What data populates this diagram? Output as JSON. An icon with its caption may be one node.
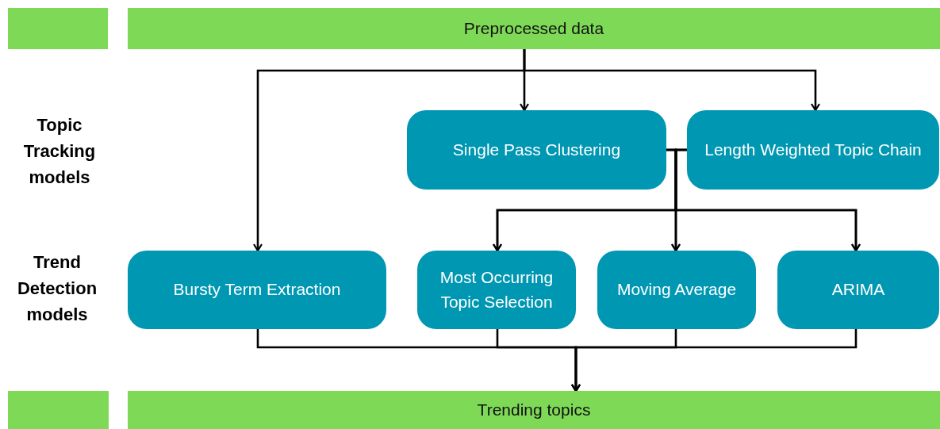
{
  "diagram": {
    "nodes": [
      {
        "text": [],
        "shape": "bar"
      },
      {
        "text": [
          "Preprocessed data"
        ]
      },
      {
        "text": [
          "Single Pass Clustering"
        ]
      },
      {
        "text": [
          "Length Weighted Topic Chain"
        ]
      },
      {
        "text": [
          "Bursty Term Extraction"
        ]
      },
      {
        "text": [
          "Most Occurring Topic Selection"
        ]
      },
      {
        "text": [
          "Moving Average"
        ]
      },
      {
        "text": [
          "ARIMA"
        ]
      },
      {
        "text": [],
        "shape": "bar"
      },
      {
        "text": [
          "Trending topics"
        ]
      }
    ],
    "edges": [
      {
        "from": 1,
        "to": 4,
        "arrow": "to"
      },
      {
        "from": 1,
        "to": 2,
        "arrow": "to"
      },
      {
        "from": 1,
        "to": 3,
        "arrow": "to"
      },
      {
        "from": 2,
        "to": 5,
        "arrow": "to"
      },
      {
        "from": 2,
        "to": 6,
        "arrow": "to"
      },
      {
        "from": 2,
        "to": 7,
        "arrow": "to"
      },
      {
        "from": 3,
        "to": 5,
        "arrow": "to"
      },
      {
        "from": 3,
        "to": 6,
        "arrow": "to"
      },
      {
        "from": 3,
        "to": 7,
        "arrow": "to"
      },
      {
        "from": 4,
        "to": 9,
        "arrow": "to"
      },
      {
        "from": 5,
        "to": 9,
        "arrow": "to"
      },
      {
        "from": 6,
        "to": 9,
        "arrow": "to"
      },
      {
        "from": 7,
        "to": 9,
        "arrow": "to"
      }
    ],
    "labels": [
      "Topic Tracking models",
      "Trend Detection models"
    ]
  }
}
